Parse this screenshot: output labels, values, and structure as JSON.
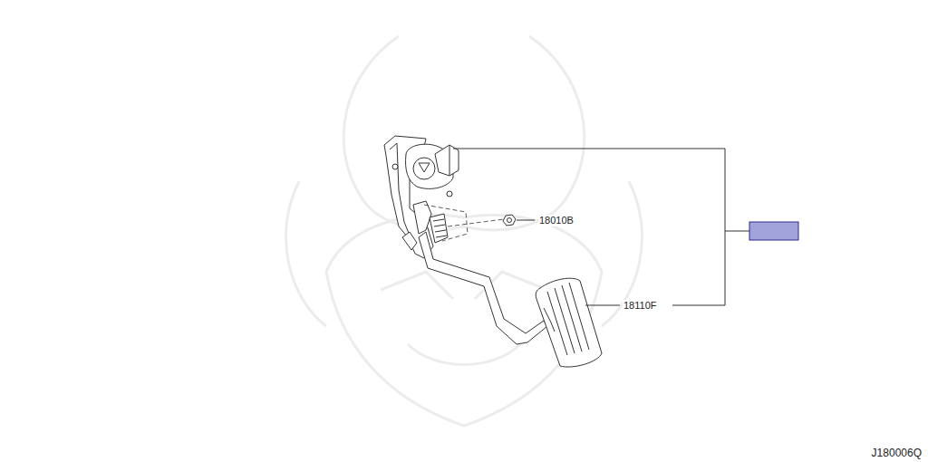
{
  "diagram": {
    "labels": [
      "18010B",
      "18110F",
      "J180006Q"
    ]
  }
}
